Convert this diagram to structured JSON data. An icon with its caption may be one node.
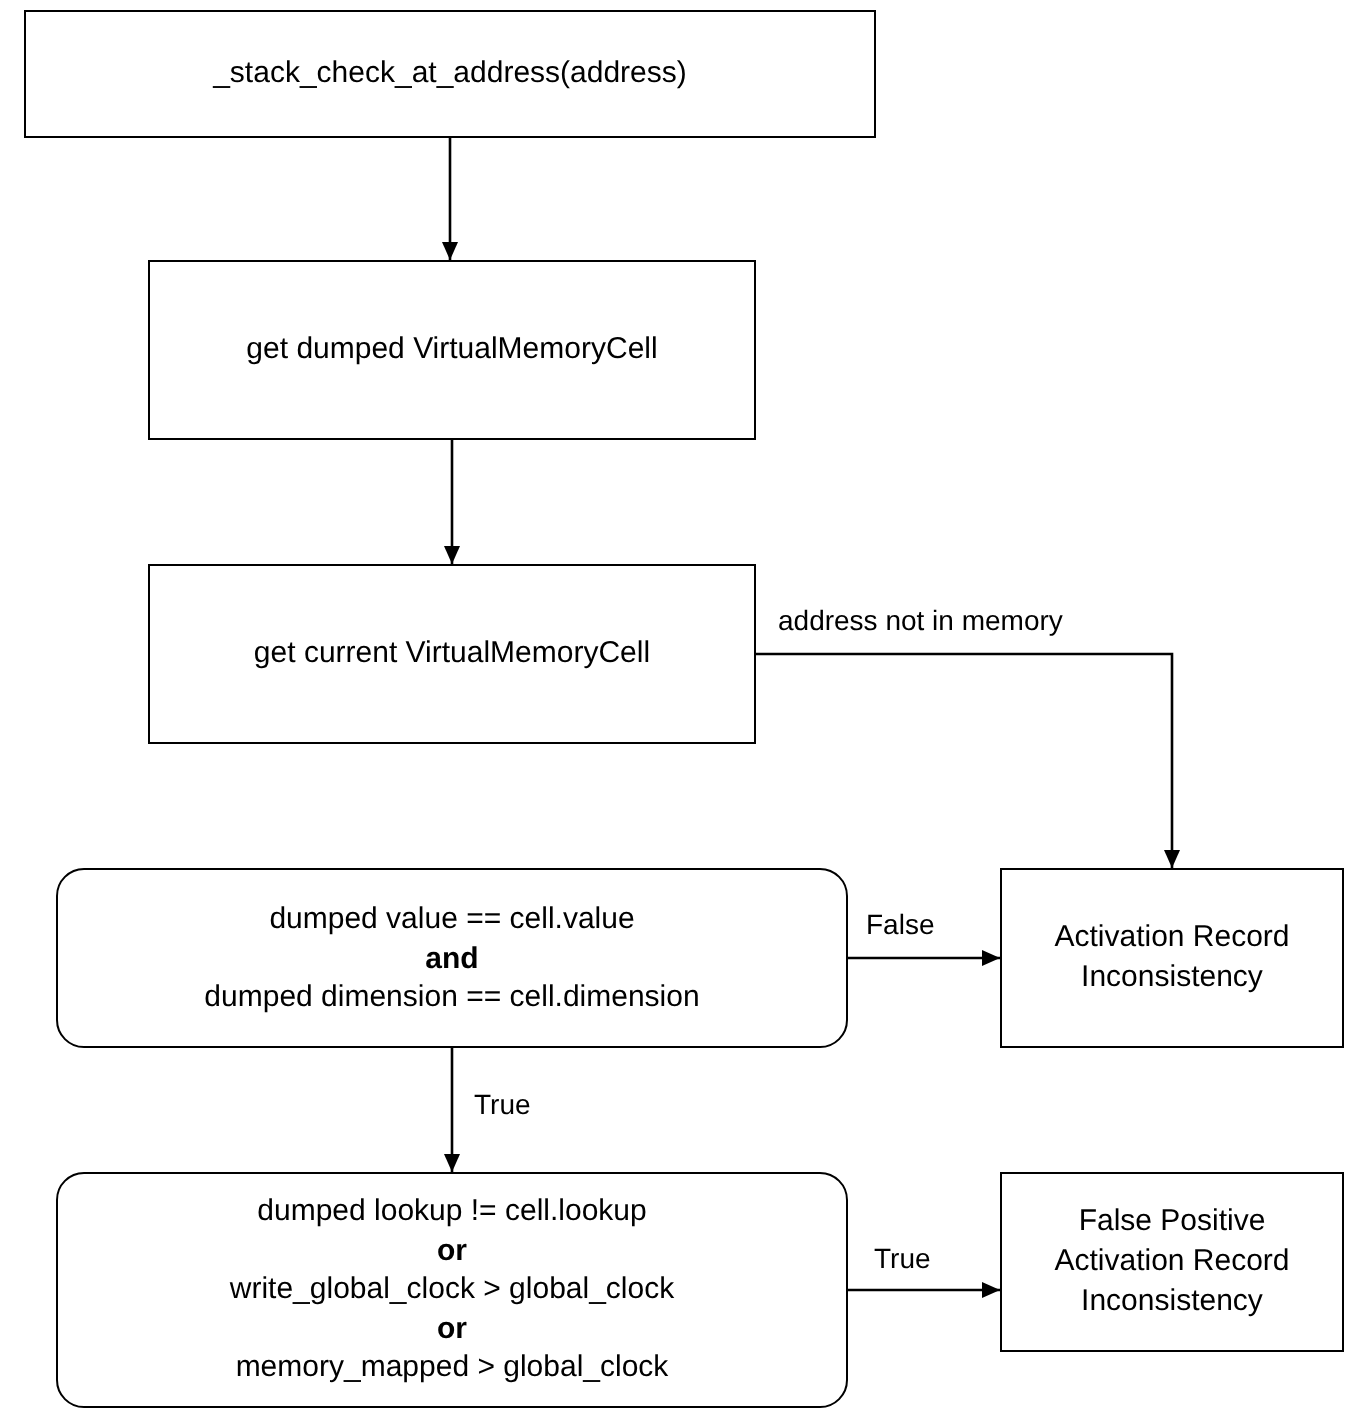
{
  "diagram": {
    "nodes": [
      {
        "text": [
          "_stack_check_at_address(address)"
        ]
      },
      {
        "text": [
          "get dumped VirtualMemoryCell"
        ]
      },
      {
        "text": [
          "get current VirtualMemoryCell"
        ]
      },
      {
        "text": [
          "dumped value == cell.value",
          "and",
          "dumped dimension == cell.dimension"
        ]
      },
      {
        "text": [
          "Activation Record Inconsistency"
        ]
      },
      {
        "text": [
          "dumped lookup != cell.lookup",
          "or",
          "write_global_clock > global_clock",
          "or",
          "memory_mapped > global_clock"
        ]
      },
      {
        "text": [
          "False Positive Activation Record Inconsistency"
        ]
      }
    ],
    "edges": [
      {
        "from": 0,
        "to": 1,
        "arrow": "to"
      },
      {
        "from": 1,
        "to": 2,
        "arrow": "to"
      },
      {
        "from": 2,
        "to": 4,
        "arrow": "to",
        "label": "address not in memory"
      },
      {
        "from": 3,
        "to": 4,
        "arrow": "to",
        "label": "False"
      },
      {
        "from": 3,
        "to": 5,
        "arrow": "to",
        "label": "True"
      },
      {
        "from": 5,
        "to": 6,
        "arrow": "to",
        "label": "True"
      }
    ]
  }
}
